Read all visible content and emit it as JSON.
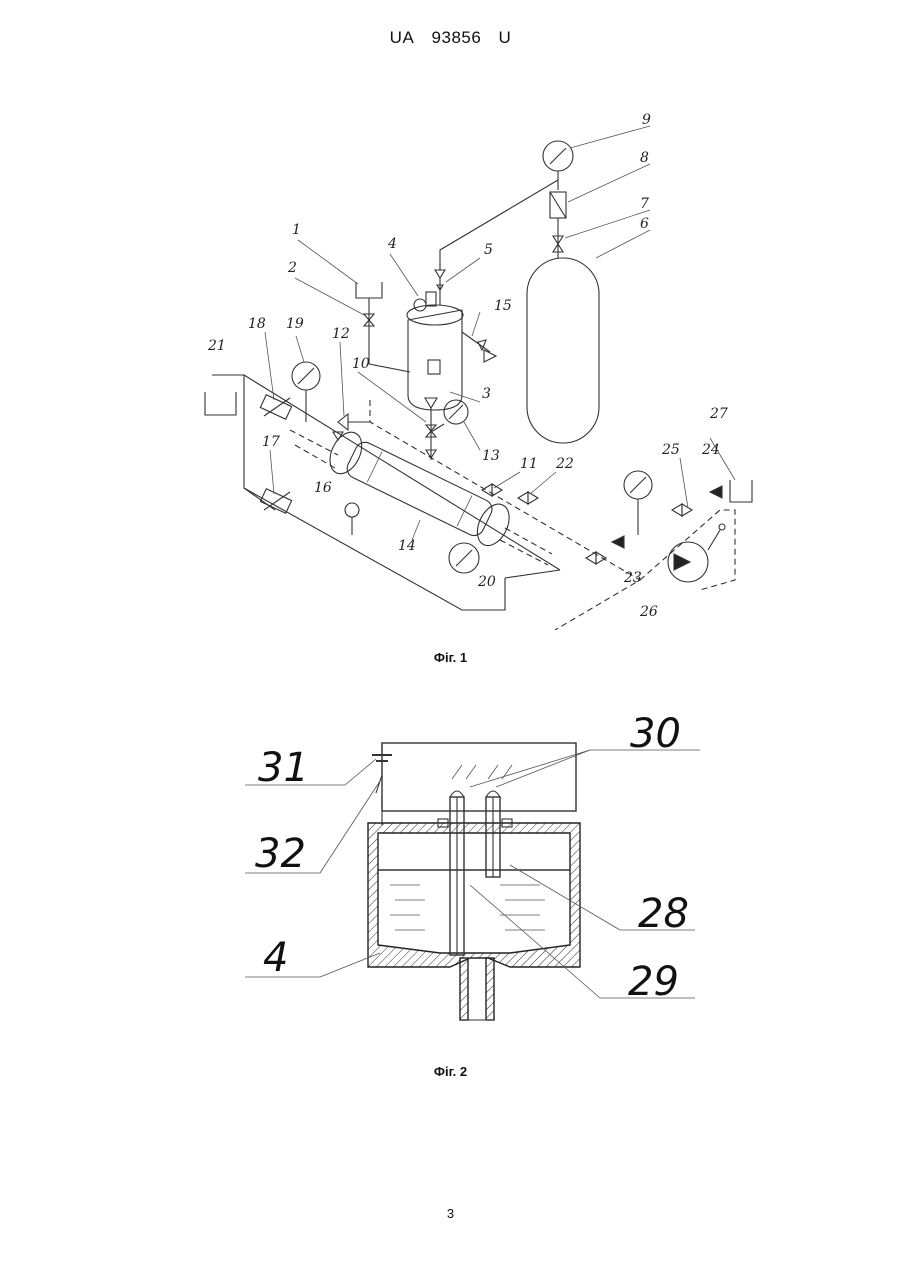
{
  "header": {
    "country": "UA",
    "number": "93856",
    "kind": "U"
  },
  "figure1": {
    "caption": "Фіг. 1",
    "labels": [
      "1",
      "2",
      "3",
      "4",
      "5",
      "6",
      "7",
      "8",
      "9",
      "10",
      "11",
      "12",
      "13",
      "14",
      "15",
      "16",
      "17",
      "18",
      "19",
      "20",
      "21",
      "22",
      "23",
      "24",
      "25",
      "26",
      "27"
    ]
  },
  "figure2": {
    "caption": "Фіг. 2",
    "labels": [
      "4",
      "28",
      "29",
      "30",
      "31",
      "32"
    ]
  },
  "page_number": "3"
}
